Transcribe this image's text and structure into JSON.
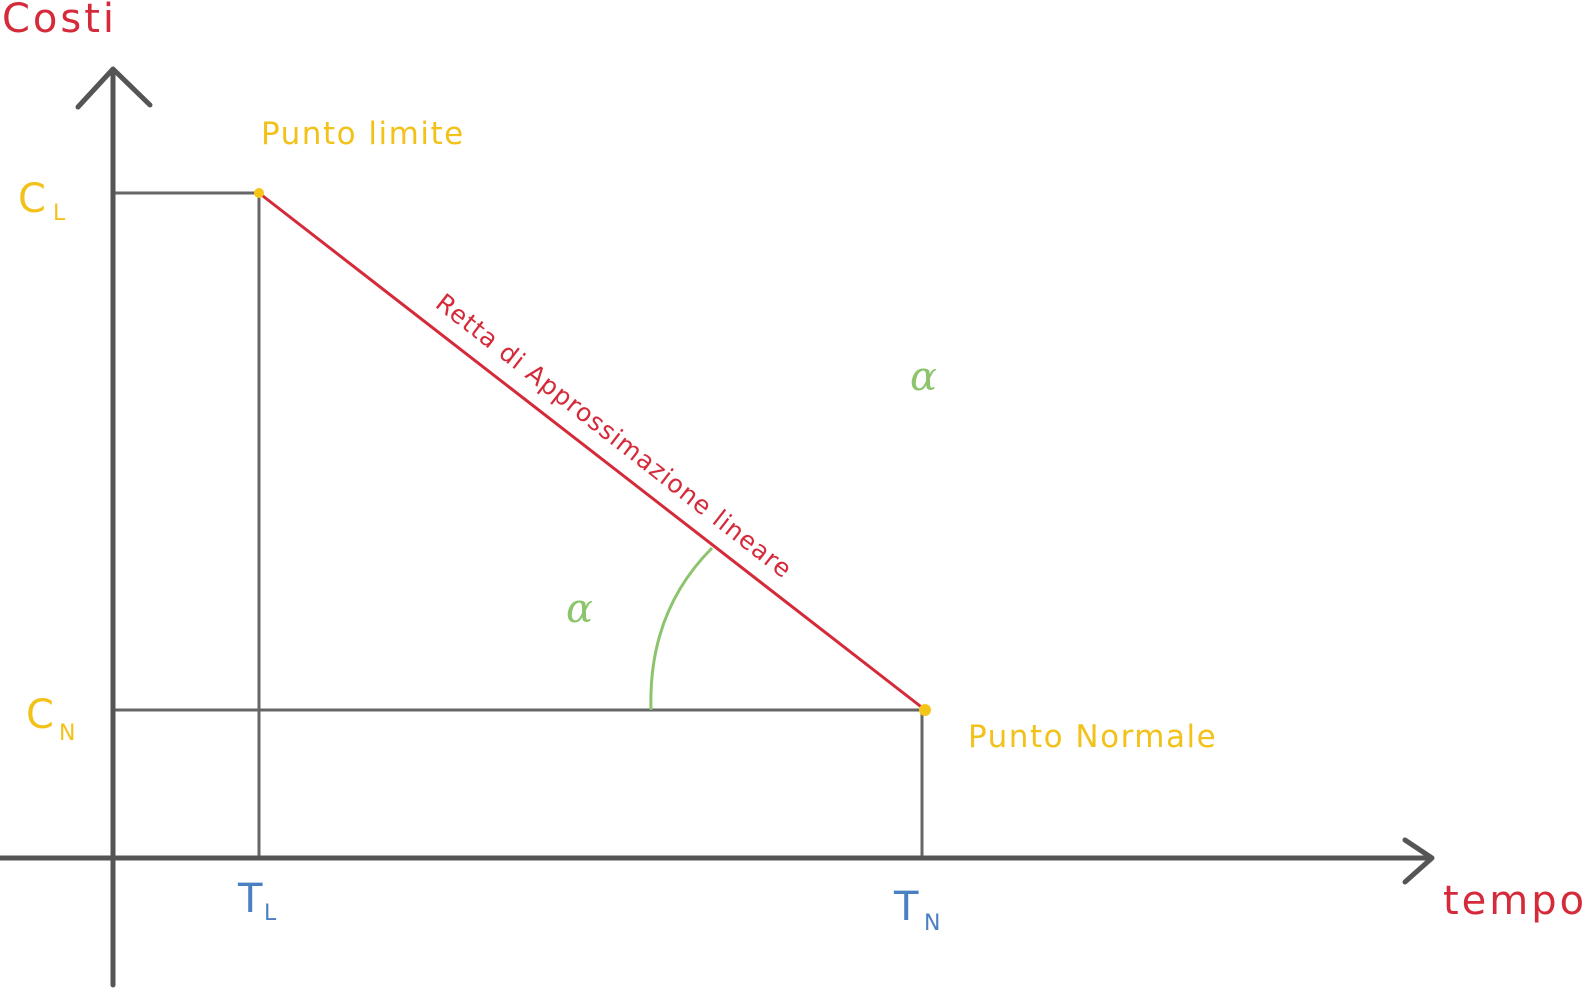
{
  "labels": {
    "y_axis_title": "Costi",
    "x_axis_title": "tempo",
    "cost_limit_main": "C",
    "cost_limit_sub": "L",
    "cost_normal_main": "C",
    "cost_normal_sub": "N",
    "time_limit_main": "T",
    "time_limit_sub": "L",
    "time_normal_main": "T",
    "time_normal_sub": "N",
    "limit_point": "Punto limite",
    "normal_point": "Punto Normale",
    "line": "Retta di Approssimazione lineare",
    "angle_inside": "α",
    "angle_outside": "α"
  },
  "colors": {
    "axis": "#555555",
    "guide": "#666666",
    "title": "#d42a3a",
    "line": "#d42a3a",
    "point": "#f5c518",
    "point_label": "#f2c21b",
    "time_label": "#4a7fc1",
    "angle": "#8cc46b",
    "background": "#ffffff"
  }
}
